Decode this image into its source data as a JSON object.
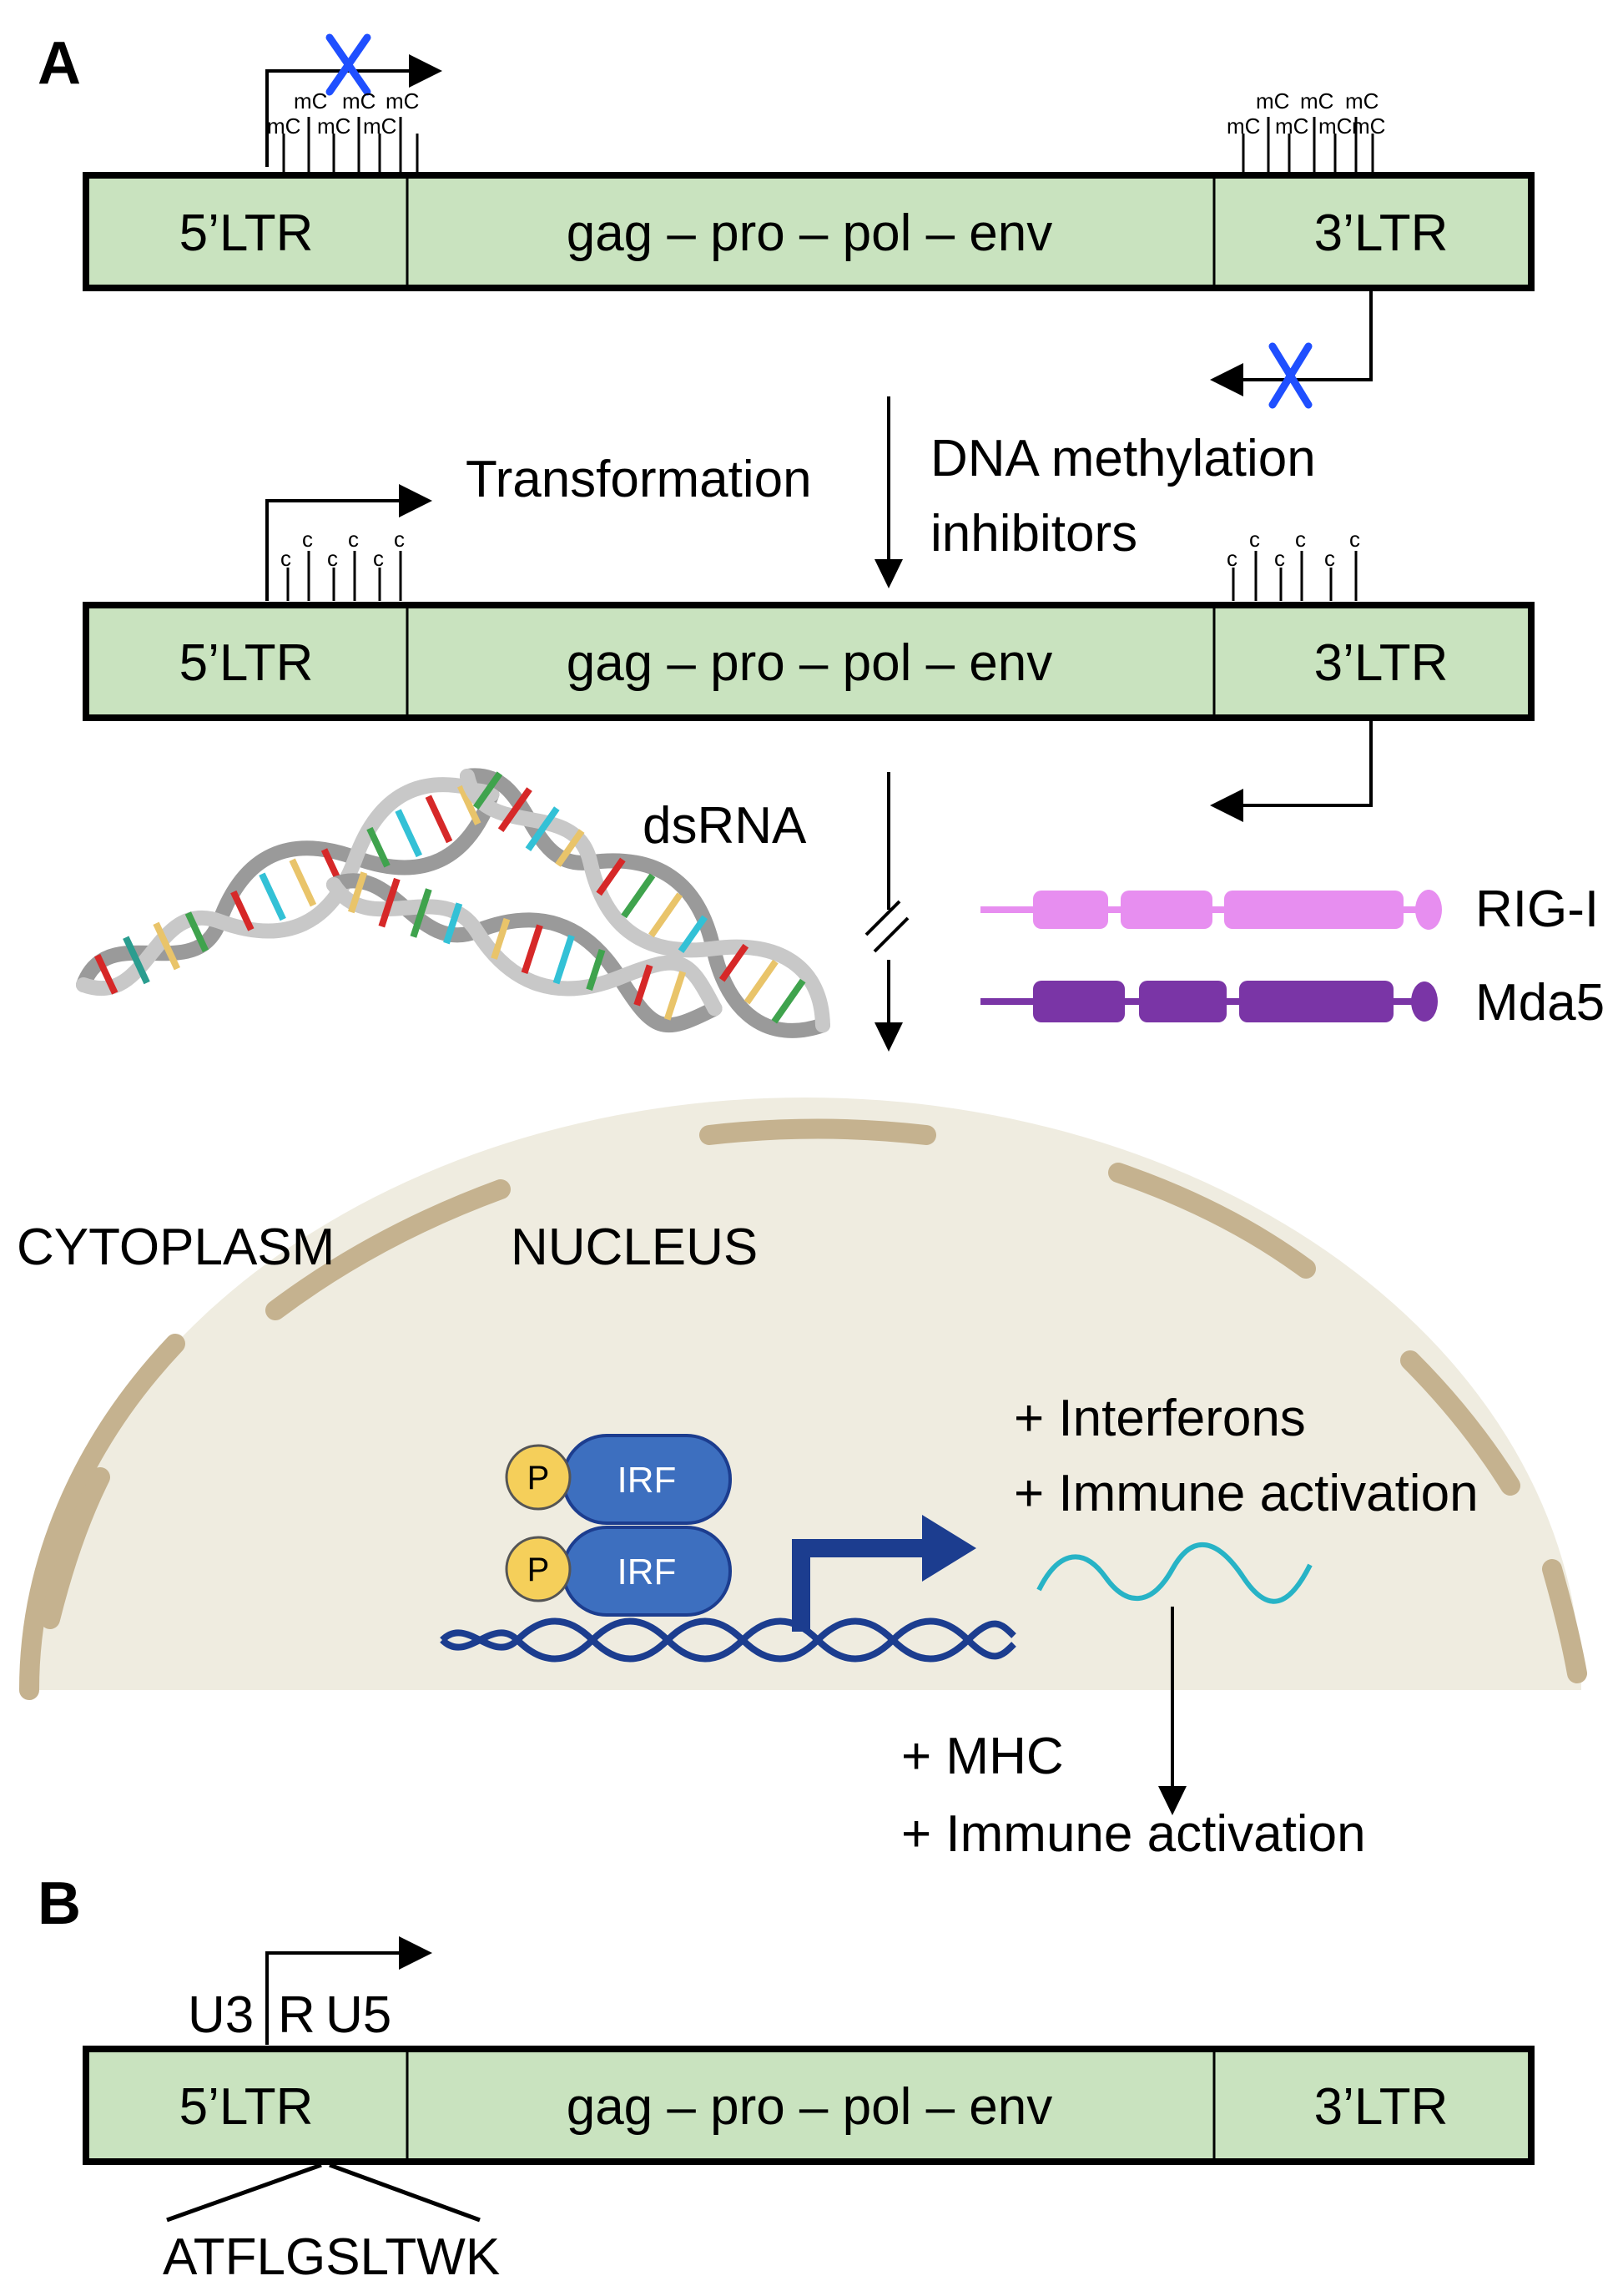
{
  "panel_a": {
    "label": "A",
    "methylated_genome": {
      "segments": [
        "5’LTR",
        "gag – pro – pol – env",
        "3’LTR"
      ],
      "left_marks": [
        "mC",
        "mC",
        "mC",
        "mC",
        "mC",
        "mC",
        "mC"
      ],
      "right_marks": [
        "mC",
        "mC",
        "mC",
        "mC",
        "mC",
        "mC",
        "mC"
      ]
    },
    "transformation_label": "Transformation",
    "inhibitor_label_line1": "DNA methylation",
    "inhibitor_label_line2": "inhibitors",
    "demethylated_genome": {
      "segments": [
        "5’LTR",
        "gag – pro – pol – env",
        "3’LTR"
      ],
      "left_marks": [
        "c",
        "c",
        "c",
        "c",
        "c",
        "c"
      ],
      "right_marks": [
        "c",
        "c",
        "c",
        "c",
        "c",
        "c"
      ]
    },
    "dsrna_label": "dsRNA",
    "sensors": [
      {
        "name": "RIG-I",
        "color": "#e78ef0"
      },
      {
        "name": "Mda5",
        "color": "#7a35a6"
      }
    ],
    "cytoplasm_label": "CYTOPLASM",
    "nucleus_label": "NUCLEUS",
    "irf_label": "IRF",
    "phospho_label": "P",
    "outcome_nuclear_1": "+ Interferons",
    "outcome_nuclear_2": "+ Immune activation",
    "outcome_cell_1": "+ MHC",
    "outcome_cell_2": "+ Immune activation"
  },
  "panel_b": {
    "label": "B",
    "ltr_regions": [
      "U3",
      "R",
      "U5"
    ],
    "genome": {
      "segments": [
        "5’LTR",
        "gag – pro – pol – env",
        "3’LTR"
      ]
    },
    "peptide": "ATFLGSLTWK"
  },
  "colors": {
    "genome_fill": "#c9e3bf",
    "block_x": "#1f4fff",
    "nucleus_fill": "#efece0",
    "envelope": "#c5b28f",
    "irf_fill": "#3d6fbf",
    "phospho_fill": "#f5cf5a",
    "dna_helix": "#1c3d8f",
    "mrna": "#27b3c6"
  },
  "icons": [
    "block-x-icon",
    "dsrna-helix-icon",
    "irf-dimer-icon",
    "dna-icon",
    "mrna-wave-icon"
  ]
}
